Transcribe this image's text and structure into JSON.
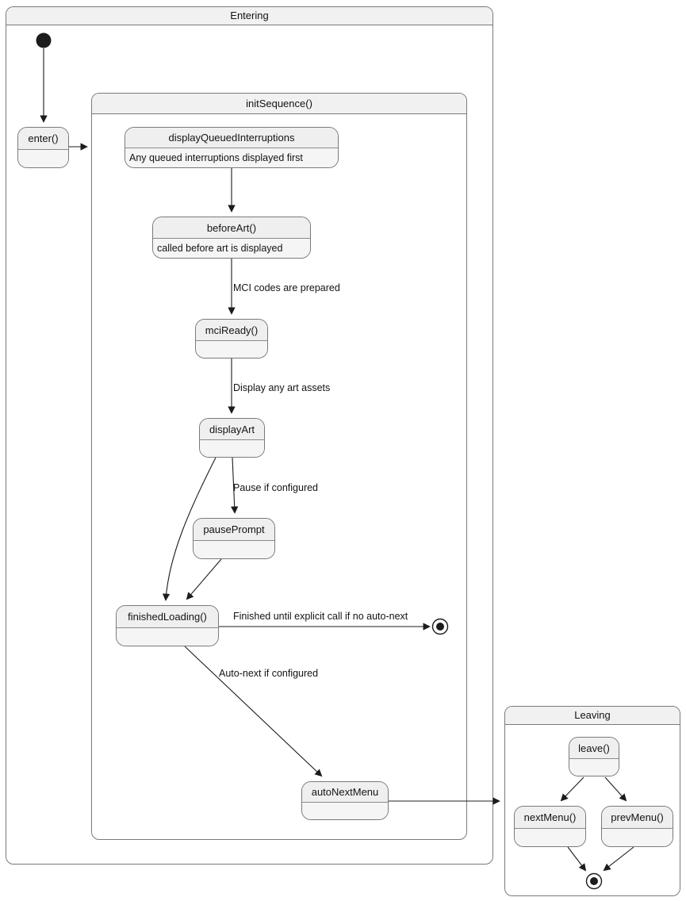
{
  "containers": {
    "entering": {
      "title": "Entering"
    },
    "init_sequence": {
      "title": "initSequence()"
    },
    "leaving": {
      "title": "Leaving"
    }
  },
  "states": {
    "enter": {
      "label": "enter()"
    },
    "display_queued_interruptions": {
      "label": "displayQueuedInterruptions",
      "description": "Any queued interruptions displayed first"
    },
    "before_art": {
      "label": "beforeArt()",
      "description": "called before art is displayed"
    },
    "mci_ready": {
      "label": "mciReady()"
    },
    "display_art": {
      "label": "displayArt"
    },
    "pause_prompt": {
      "label": "pausePrompt"
    },
    "finished_loading": {
      "label": "finishedLoading()"
    },
    "auto_next_menu": {
      "label": "autoNextMenu"
    },
    "leave": {
      "label": "leave()"
    },
    "next_menu": {
      "label": "nextMenu()"
    },
    "prev_menu": {
      "label": "prevMenu()"
    }
  },
  "transition_labels": {
    "mci_codes": "MCI codes are prepared",
    "display_assets": "Display any art assets",
    "pause": "Pause if configured",
    "finished": "Finished until explicit call if no auto-next",
    "auto_next": "Auto-next if configured"
  },
  "edges": [
    {
      "from": "initial",
      "to": "enter()",
      "label": ""
    },
    {
      "from": "enter()",
      "to": "initSequence()",
      "label": ""
    },
    {
      "from": "displayQueuedInterruptions",
      "to": "beforeArt()",
      "label": ""
    },
    {
      "from": "beforeArt()",
      "to": "mciReady()",
      "label": "MCI codes are prepared"
    },
    {
      "from": "mciReady()",
      "to": "displayArt",
      "label": "Display any art assets"
    },
    {
      "from": "displayArt",
      "to": "pausePrompt",
      "label": "Pause if configured"
    },
    {
      "from": "displayArt",
      "to": "finishedLoading()",
      "label": ""
    },
    {
      "from": "pausePrompt",
      "to": "finishedLoading()",
      "label": ""
    },
    {
      "from": "finishedLoading()",
      "to": "final",
      "label": "Finished until explicit call if no auto-next"
    },
    {
      "from": "finishedLoading()",
      "to": "autoNextMenu",
      "label": "Auto-next if configured"
    },
    {
      "from": "autoNextMenu",
      "to": "Leaving",
      "label": ""
    },
    {
      "from": "leave()",
      "to": "nextMenu()",
      "label": ""
    },
    {
      "from": "leave()",
      "to": "prevMenu()",
      "label": ""
    },
    {
      "from": "nextMenu()",
      "to": "final",
      "label": ""
    },
    {
      "from": "prevMenu()",
      "to": "final",
      "label": ""
    }
  ],
  "colors": {
    "background": "#ffffff",
    "state_fill": "#f5f5f5",
    "header_fill": "#f1f1f1",
    "border": "#7a7a7a",
    "line": "#1c1c1c",
    "text": "#131313"
  }
}
